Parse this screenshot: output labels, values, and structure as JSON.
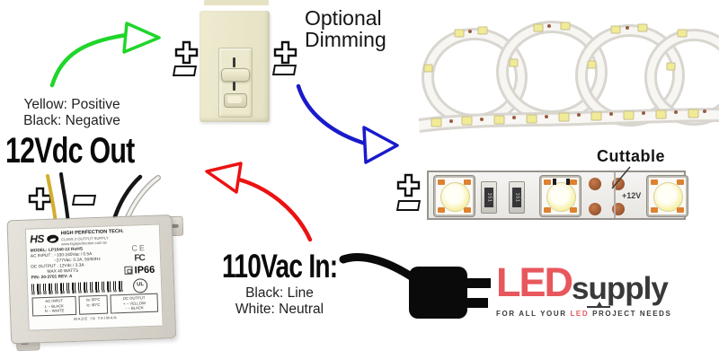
{
  "diagram": {
    "optional_dimming": {
      "line1": "Optional",
      "line2": "Dimming"
    },
    "dc_out": {
      "wire_legend1": "Yellow:  Positive",
      "wire_legend2": "Black: Negative",
      "title": "12Vdc Out"
    },
    "ac_in": {
      "title": "110Vac In:",
      "wire_legend1": "Black:  Line",
      "wire_legend2": "White: Neutral"
    },
    "strip": {
      "cuttable_label": "Cuttable",
      "voltage_label": "+12V",
      "resistor_code": "151"
    }
  },
  "power_supply": {
    "brand": "HS",
    "heading": "HIGH PERFECTION TECH.",
    "subheading": "CLASS 2 OUTPUT SUPPLY",
    "website": "www.highperfection.com.tw",
    "model": "MODEL: LP1040-12    RoHS",
    "ac_input_1": "AC INPUT : ~100-240Vac / 0.5A",
    "ac_input_2": "~277Vac: 0.2A, 50/60Hz",
    "dc_output": "DC OUTPUT :  12Vdc / 3.3A",
    "max_watts": "MAX 40 WATTS",
    "part_no": "P/N: 20-3701   REV: A",
    "marks": {
      "ce": "CE",
      "fcc": "FC",
      "ip_rating": "IP66",
      "ul": "UL"
    },
    "spec_boxes": {
      "ac": [
        "AC INPUT",
        "L -- BLACK",
        "N -- WHITE"
      ],
      "temp": [
        "ta: 50°C",
        "tc: 90°C"
      ],
      "dc": [
        "DC OUTPUT",
        "+ -- YELLOW",
        "-  -- BLACK"
      ]
    },
    "made_in": "MADE IN TAIWAN"
  },
  "logo": {
    "led": "LED",
    "supply": "supply",
    "tagline": {
      "pre": "FOR ALL YOUR ",
      "led": "LED",
      "post": " PROJECT NEEDS"
    }
  },
  "colors": {
    "arrow_green": "#1FD62A",
    "arrow_blue": "#1A1ACC",
    "arrow_red": "#EC1212",
    "dimmer_ivory": "#EBE7CB",
    "logo_red": "#E8575C",
    "copper_pad": "#9A5630",
    "led_yellow": "#F6EFA0"
  }
}
